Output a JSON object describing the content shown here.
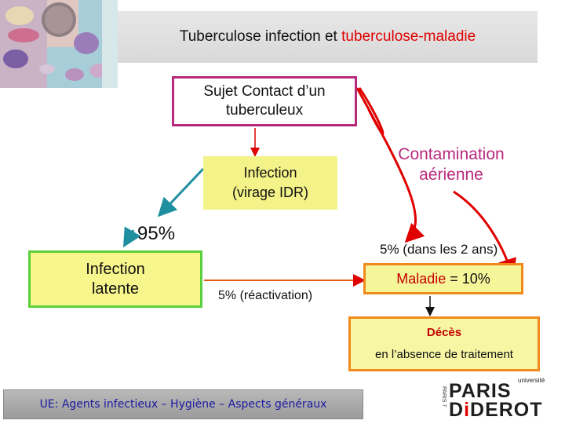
{
  "title": {
    "part1": "Tuberculose infection et ",
    "part2": "tuberculose-maladie"
  },
  "boxes": {
    "contact": [
      "Sujet Contact d’un",
      "tuberculeux"
    ],
    "infection": [
      "Infection",
      "(virage IDR)"
    ],
    "latente": [
      "Infection",
      "latente"
    ],
    "maladie": {
      "word": "Maladie",
      "rest": " = 10%"
    },
    "deces": {
      "title": "Décès",
      "subtitle": "en l’absence de traitement"
    }
  },
  "labels": {
    "contamination": [
      "Contamination",
      "aérienne"
    ],
    "pct_95": "95%",
    "pct_5_2ans": "5% (dans les 2 ans)",
    "pct_5_react": "5% (réactivation)"
  },
  "footer": "UE: Agents infectieux – Hygiène – Aspects généraux",
  "logo": {
    "universite": "université",
    "paris_pre": "PARI",
    "paris_post": "S",
    "diderot_pre": "D",
    "diderot_mid": "i",
    "diderot_post": "DEROT",
    "vertical": "PARIS 7"
  },
  "colors": {
    "contact_border": "#b8297c",
    "latente_border": "#5ccf3c",
    "maladie_border": "#f08a1c",
    "infection_fill": "#f3f389",
    "arrow_red": "#e00000",
    "arrow_teal": "#1f8fa0"
  }
}
